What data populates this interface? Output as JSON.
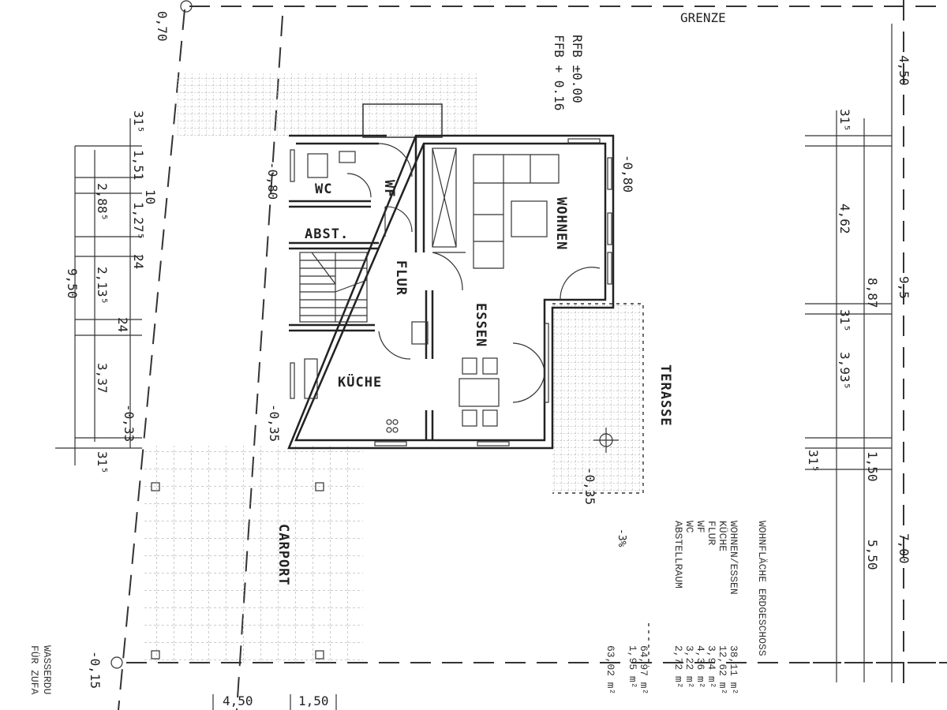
{
  "site": {
    "boundary_label": "GRENZE",
    "levels": [
      "RFB ±0.00",
      "FFB + 0.16"
    ]
  },
  "rooms": {
    "wc": "WC",
    "wf": "WF",
    "abst": "ABST.",
    "flur": "FLUR",
    "wohnen": "WOHNEN",
    "essen": "ESSEN",
    "kueche": "KÜCHE",
    "terasse": "TERASSE",
    "carport": "CARPORT"
  },
  "heights": {
    "top_left": "0,70",
    "h_080_left": "-0,80",
    "h_080_right": "-0,80",
    "h_033": "-0,33",
    "h_035_left": "-0,35",
    "h_035_right": "-0,35",
    "h_015": "-0,15",
    "slope": "-3%"
  },
  "dimensions_left": {
    "d315_top": "31⁵",
    "d151": "1,51",
    "d10": "10",
    "d2885": "2,88⁵",
    "d1275": "1,27⁵",
    "d24a": "24",
    "d950": "9,50",
    "d2135": "2,13⁵",
    "d24b": "24",
    "d337": "3,37",
    "d315_bottom": "31⁵"
  },
  "dimensions_right": {
    "d450": "4,50",
    "d315a": "31⁵",
    "d462": "4,62",
    "d95": "9,5",
    "d887": "8,87",
    "d315b": "31⁵",
    "d3935": "3,93⁵",
    "d315c": "31⁵",
    "d150": "1,50",
    "d700": "7,00",
    "d550": "5,50"
  },
  "dimensions_bottom": {
    "d450": "4,50",
    "d150": "1,50"
  },
  "area_table": {
    "title": "WOHNFLÄCHE ERDGESCHOSS",
    "rows": [
      {
        "name": "WOHNEN/ESSEN",
        "value": "38,11 m²"
      },
      {
        "name": "KÜCHE",
        "value": "12,62 m²"
      },
      {
        "name": "FLUR",
        "value": "3,94 m²"
      },
      {
        "name": "WF",
        "value": "4,36 m²"
      },
      {
        "name": "WC",
        "value": "3,22 m²"
      },
      {
        "name": "ABSTELLRAUM",
        "value": "2,72 m²"
      }
    ],
    "subtotal": "64,97 m²",
    "deduction": "1,95 m²",
    "total": "63,02 m²"
  },
  "edge_note": [
    "WASSERDU",
    "FÜR ZUFA"
  ]
}
